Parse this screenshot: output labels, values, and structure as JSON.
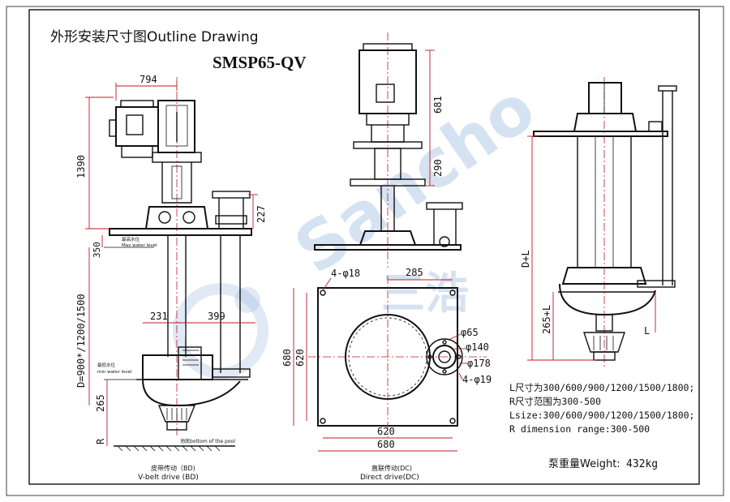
{
  "title": "外形安装尺寸图Outline Drawing",
  "model": "SMSP65-QV",
  "watermark": {
    "latin": "Sancho",
    "chinese": "三浩",
    "color": "#9ab8de"
  },
  "colors": {
    "dimension": "#c0182a",
    "line": "#111111"
  },
  "bd_view": {
    "dims": {
      "top_width": "794",
      "height_upper": "1390",
      "height_227": "227",
      "height_350": "350",
      "d_range": "D=900*/1200/1500",
      "w231": "231",
      "w399": "399",
      "h265": "265",
      "r": "R"
    },
    "labels": {
      "max_water": "最高水位",
      "max_water_en": "Max water level",
      "min_water": "最低水位",
      "min_water_en": "min water level",
      "pool_bottom": "池底bottom of the pool"
    },
    "caption_cn": "皮带传动（BD)",
    "caption_en": "V-belt drive (BD)"
  },
  "dc_view": {
    "dims": {
      "h681": "681",
      "h290": "290",
      "w285": "285",
      "holes": "4-φ18",
      "h680": "680",
      "h620": "620",
      "d65": "φ65",
      "d140": "φ140",
      "d178": "φ178",
      "holes_small": "4-φ19",
      "w620": "620",
      "w680": "680"
    },
    "caption_cn": "直联传动(DC)",
    "caption_en": "Direct drive(DC)"
  },
  "side_view": {
    "dims": {
      "dl": "D+L",
      "h265l": "265+L",
      "l": "L"
    }
  },
  "notes": [
    "L尺寸为300/600/900/1200/1500/1800;",
    "R尺寸范围为300-500",
    "Lsize:300/600/900/1200/1500/1800;",
    "R dimension range:300-500"
  ],
  "weight": {
    "label": "泵重量Weight:",
    "value": "432kg"
  }
}
